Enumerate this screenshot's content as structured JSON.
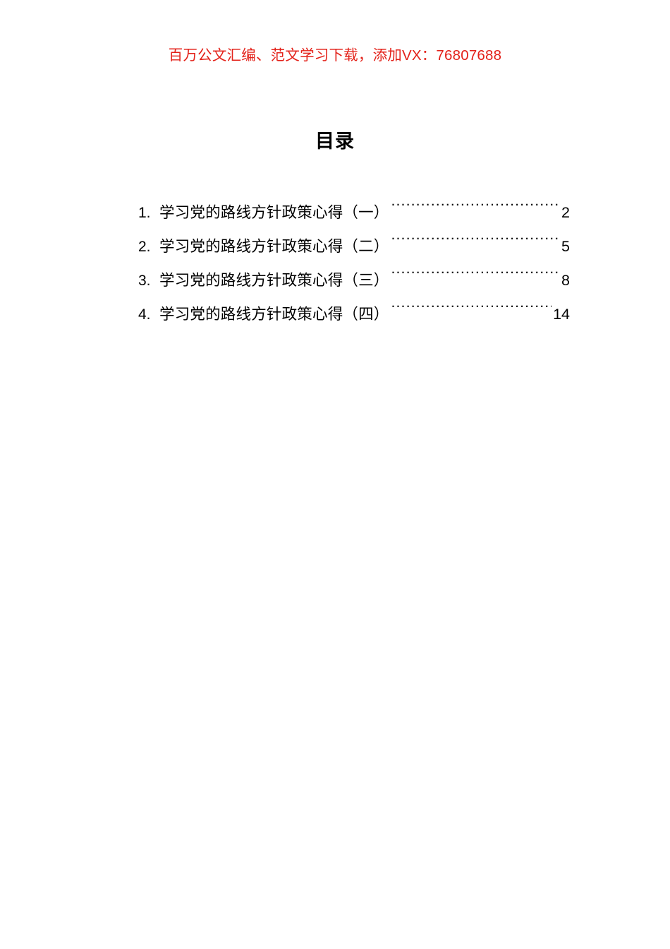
{
  "promo": {
    "text": "百万公文汇编、范文学习下载，添加VX：76807688",
    "color": "#e32119"
  },
  "title": {
    "text": "目录"
  },
  "toc": {
    "entries": [
      {
        "index": "1.",
        "label": "学习党的路线方针政策心得（一）",
        "page": "2"
      },
      {
        "index": "2.",
        "label": "学习党的路线方针政策心得（二）",
        "page": "5"
      },
      {
        "index": "3.",
        "label": "学习党的路线方针政策心得（三）",
        "page": "8"
      },
      {
        "index": "4.",
        "label": "学习党的路线方针政策心得（四）",
        "page": "14"
      }
    ]
  }
}
